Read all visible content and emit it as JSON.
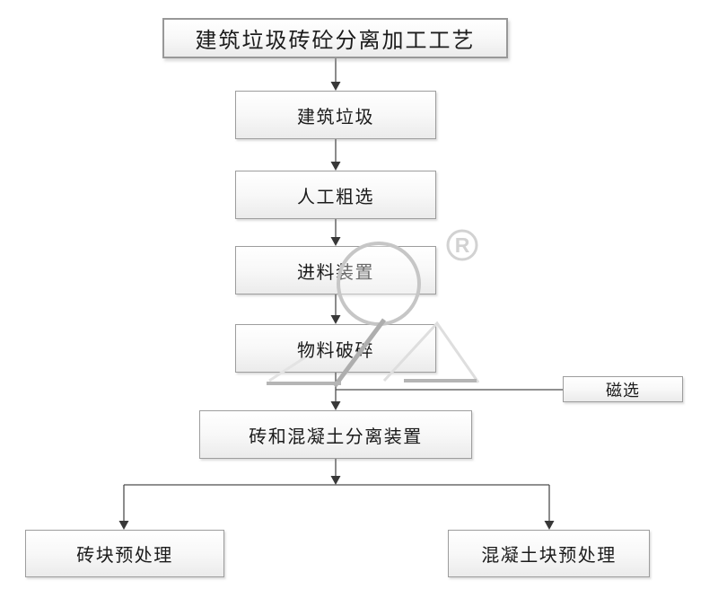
{
  "diagram": {
    "title": "建筑垃圾砖砼分离加工工艺",
    "nodes": {
      "construction_waste": {
        "label": "建筑垃圾"
      },
      "manual_sorting": {
        "label": "人工粗选"
      },
      "feeding_device": {
        "label": "进料装置"
      },
      "material_crushing": {
        "label": "物料破碎"
      },
      "magnetic_separation": {
        "label": "磁选"
      },
      "separation_device": {
        "label": "砖和混凝土分离装置"
      },
      "brick_pretreatment": {
        "label": "砖块预处理"
      },
      "concrete_pretreatment": {
        "label": "混凝土块预处理"
      }
    },
    "edges": [
      {
        "from": "title",
        "to": "construction_waste",
        "arrow": true
      },
      {
        "from": "construction_waste",
        "to": "manual_sorting",
        "arrow": true
      },
      {
        "from": "manual_sorting",
        "to": "feeding_device",
        "arrow": true
      },
      {
        "from": "feeding_device",
        "to": "material_crushing",
        "arrow": true
      },
      {
        "from": "material_crushing",
        "to": "separation_device",
        "arrow": true
      },
      {
        "from": "material_crushing",
        "to": "magnetic_separation",
        "arrow": false
      },
      {
        "from": "separation_device",
        "to": "brick_pretreatment",
        "arrow": true
      },
      {
        "from": "separation_device",
        "to": "concrete_pretreatment",
        "arrow": true
      }
    ],
    "watermark": {
      "registered_mark": "®"
    },
    "colors": {
      "box_border": "#9d9d9d",
      "box_fill_top": "#ffffff",
      "box_fill_bottom": "#ebebeb",
      "connector_line": "#4d4d4d",
      "arrowhead": "#383838",
      "text": "#1b1b1b",
      "watermark_light": "#d9d9d9",
      "watermark_mid": "#c6c6c6",
      "watermark_dark": "#aeaeae",
      "background": "#ffffff"
    }
  }
}
